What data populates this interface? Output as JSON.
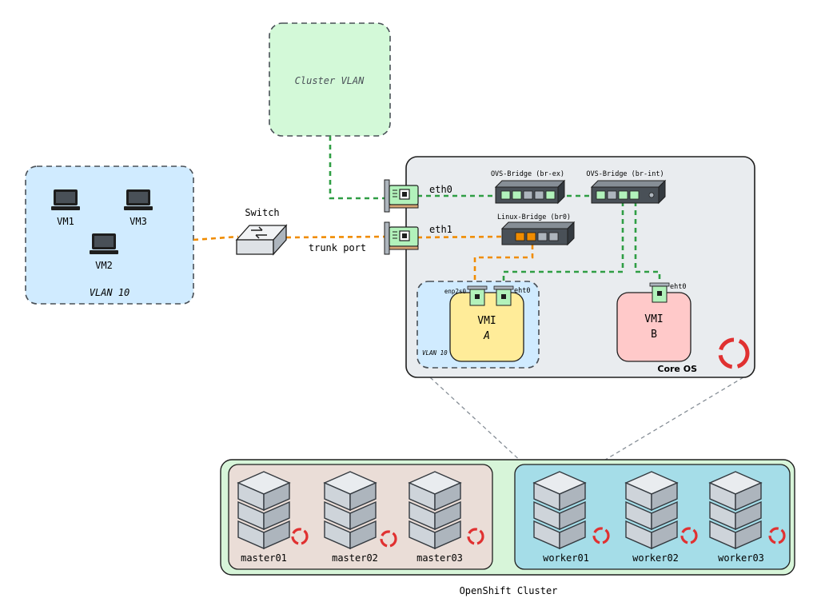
{
  "zones": {
    "cluster_vlan": "Cluster VLAN",
    "vlan10": "VLAN 10",
    "vlan10_small": "VLAN 10",
    "coreos": "Core OS",
    "openshift": "OpenShift Cluster"
  },
  "vms": [
    "VM1",
    "VM3",
    "VM2"
  ],
  "switch": {
    "label": "Switch",
    "port": "trunk port"
  },
  "interfaces": {
    "eth0": "eth0",
    "eth1": "eth1",
    "vmi_a_nic1": "enp2s0",
    "vmi_a_nic2": "eht0",
    "vmi_b_nic": "eht0"
  },
  "bridges": {
    "br_ex": "OVS-Bridge (br-ex)",
    "br_int": "OVS-Bridge (br-int)",
    "br0": "Linux-Bridge (br0)"
  },
  "vmi": {
    "a_title": "VMI",
    "a_sub": "A",
    "b_title": "VMI",
    "b_sub": "B"
  },
  "nodes": {
    "masters": [
      "master01",
      "master02",
      "master03"
    ],
    "workers": [
      "worker01",
      "worker02",
      "worker03"
    ]
  },
  "colors": {
    "cluster_link": "#2f9e44",
    "trunk_link": "#f08c00",
    "green_zone": "#d3f9d8",
    "blue_zone": "#d0ebff",
    "yellow_zone": "#ffec99",
    "pink_zone": "#ffc9c9",
    "coreos_bg": "#e9ecef",
    "master_bg": "#eaddd7",
    "worker_bg": "#a5dde8",
    "openshift_bg": "#d7f5d9",
    "redhat": "#e03131"
  }
}
